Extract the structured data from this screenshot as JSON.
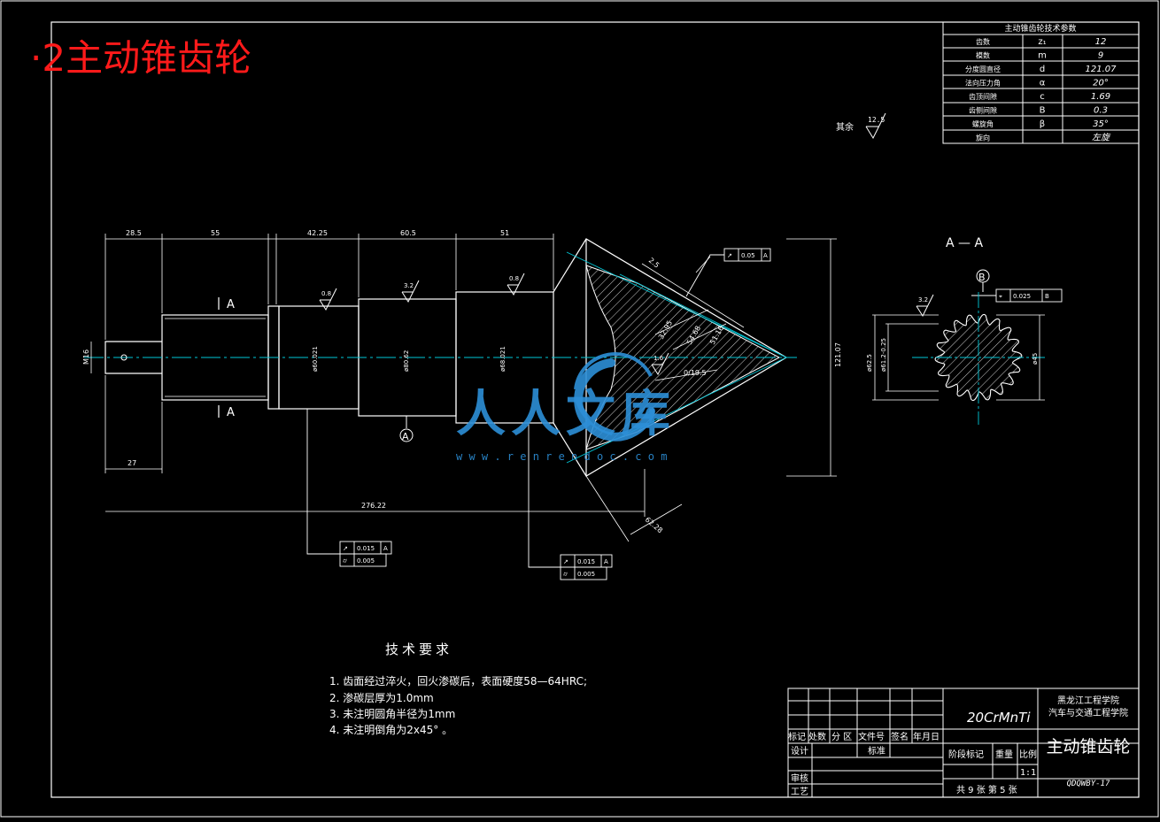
{
  "title": "·2主动锥齿轮",
  "params_table": {
    "header": "主动锥齿轮技术参数",
    "rows": [
      {
        "name": "齿数",
        "symbol": "z₁",
        "value": "12"
      },
      {
        "name": "模数",
        "symbol": "m",
        "value": "9"
      },
      {
        "name": "分度圆直径",
        "symbol": "d",
        "value": "121.07"
      },
      {
        "name": "法向压力角",
        "symbol": "α",
        "value": "20°"
      },
      {
        "name": "齿顶间隙",
        "symbol": "c",
        "value": "1.69"
      },
      {
        "name": "齿侧间隙",
        "symbol": "B",
        "value": "0.3"
      },
      {
        "name": "螺旋角",
        "symbol": "β",
        "value": "35°"
      },
      {
        "name": "旋向",
        "symbol": "",
        "value": "左旋"
      }
    ]
  },
  "surface_note": {
    "label": "其余",
    "roughness": "12.5"
  },
  "section_label": "A — A",
  "section_marker": "A",
  "datum_a": "A",
  "datum_b": "B",
  "dimensions": {
    "top": [
      "28.5",
      "55",
      "42.25",
      "60.5",
      "51"
    ],
    "bottom_left": "27",
    "overall": "276.22",
    "cone_height": "121.07",
    "shank": "M16",
    "cone_1": "32.95",
    "cone_2": "54.68",
    "cone_3": "51.16",
    "cone_4": "0/19.5",
    "angle": "2.5",
    "cone_tail": "62.28",
    "spline_left": "ø62.5",
    "spline_right": "ø45"
  },
  "roughness_marks": [
    "0.8",
    "3.2",
    "0.8",
    "3.2",
    "1.6"
  ],
  "tolerances": {
    "cone_runout": "0.05",
    "left_runout": "0.015",
    "left_cyl": "0.005",
    "mid_runout": "0.015",
    "mid_cyl": "0.005",
    "spline_pos": "0.025",
    "spline_ref": "B",
    "datum_ref": "A"
  },
  "tech_requirements": {
    "heading": "技术要求",
    "items": [
      "1. 齿面经过淬火，回火渗碳后，表面硬度58—64HRC;",
      "2. 渗碳层厚为1.0mm",
      "3. 未注明圆角半径为1mm",
      "4. 未注明倒角为2x45°  。"
    ]
  },
  "title_block": {
    "material": "20CrMnTi",
    "school_1": "黑龙江工程学院",
    "school_2": "汽车与交通工程学院",
    "part_name": "主动锥齿轮",
    "headers": [
      "标记",
      "处数",
      "分 区",
      "文件号",
      "签名",
      "年月日"
    ],
    "design": "设计",
    "standard": "标准",
    "review": "审核",
    "process": "工艺",
    "stage_mark": "阶段标记",
    "weight": "重量",
    "scale": "比例",
    "scale_value": "1:1",
    "sheets": "共 9 张 第 5 张",
    "code": "QDQWBY-17"
  },
  "watermark": {
    "text": "人人文库",
    "url": "w w w . r e n r e n d o c . c o m"
  },
  "colors": {
    "line": "#ffffff",
    "center": "#00c8d8",
    "title": "#ff1a1a",
    "hatch": "#cfcfcf",
    "watermark": "#2d8fd8"
  }
}
